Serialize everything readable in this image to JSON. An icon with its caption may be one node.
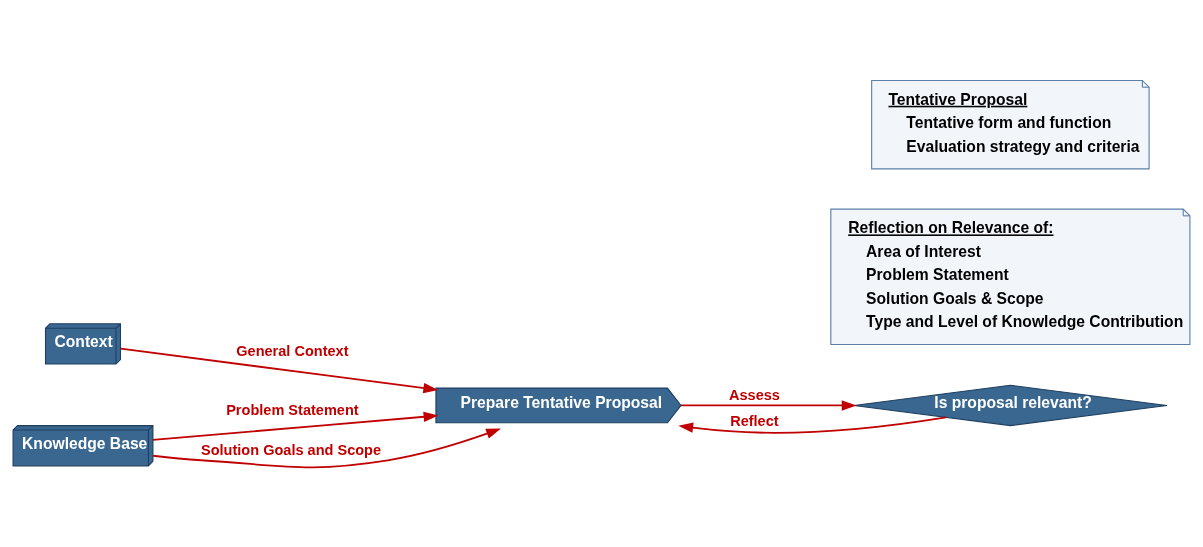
{
  "diagram": {
    "nodes": [
      {
        "text": [
          "Context"
        ]
      },
      {
        "text": [
          "Knowledge Base"
        ]
      },
      {
        "text": [
          "Prepare Tentative Proposal"
        ]
      },
      {
        "text": [
          "Is proposal relevant?"
        ]
      },
      {
        "text": [
          "Tentative Proposal",
          "Tentative form and function",
          "Evaluation strategy and criteria"
        ]
      },
      {
        "text": [
          "Reflection on Relevance of:",
          "Area of Interest",
          "Problem Statement",
          "Solution Goals & Scope",
          "Type and Level of Knowledge Contribution"
        ]
      }
    ],
    "edges": [
      {
        "from": 0,
        "to": 2,
        "arrow": "to",
        "label": "General Context",
        "color": "#c00000"
      },
      {
        "from": 1,
        "to": 2,
        "arrow": "to",
        "label": "Problem Statement",
        "color": "#c00000"
      },
      {
        "from": 1,
        "to": 2,
        "arrow": "to",
        "label": "Solution Goals and Scope",
        "color": "#c00000"
      },
      {
        "from": 2,
        "to": 3,
        "arrow": "to",
        "label": "Assess",
        "color": "#c00000"
      },
      {
        "from": 3,
        "to": 2,
        "arrow": "to",
        "label": "Reflect",
        "color": "#c00000"
      }
    ]
  }
}
